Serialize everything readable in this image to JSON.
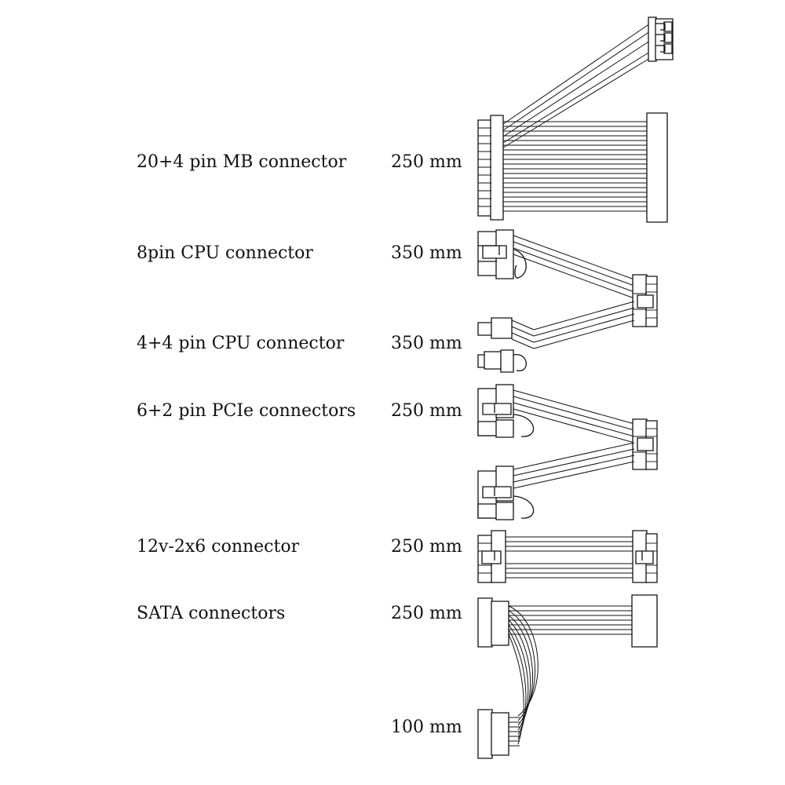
{
  "rows": [
    {
      "name": "20+4 pin MB connector",
      "length": "250 mm"
    },
    {
      "name": "8pin CPU connector",
      "length": "350 mm"
    },
    {
      "name": "4+4 pin CPU connector",
      "length": "350 mm"
    },
    {
      "name": "6+2 pin PCIe connectors",
      "length": "250 mm"
    },
    {
      "name": "12v-2x6 connector",
      "length": "250 mm"
    },
    {
      "name": "SATA connectors",
      "length": "250 mm"
    }
  ],
  "extra_length": "100 mm",
  "colors": {
    "line": "#111111",
    "background": "#ffffff"
  }
}
